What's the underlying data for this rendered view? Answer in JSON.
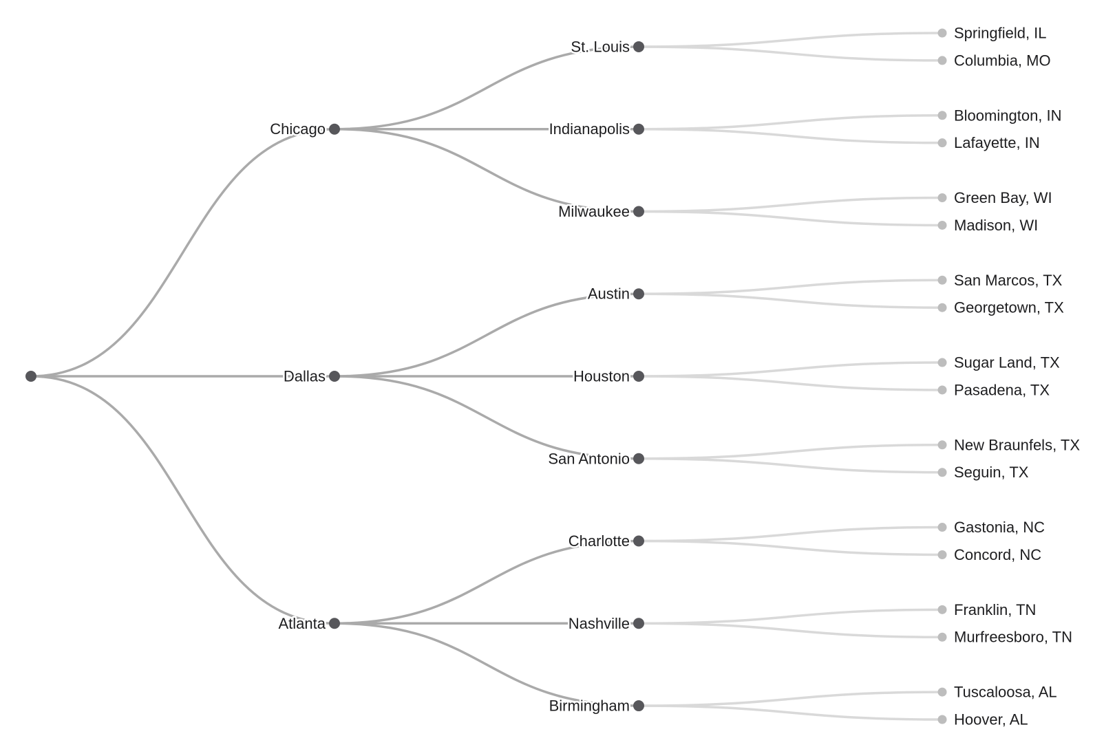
{
  "diagram": {
    "type": "tree",
    "orientation": "horizontal",
    "description": "Hierarchical city tree: root branches to hub cities, each hub to regional cities, each regional city to two suburb/nearby cities",
    "colors": {
      "background": "#ffffff",
      "inner_link": "#aaaaaa",
      "leaf_link": "#d9d9d9",
      "inner_node_fill": "#57575b",
      "leaf_node_fill": "#bdbdbd",
      "label_text": "#1d1d1f",
      "label_halo": "#ffffff"
    },
    "tree": {
      "name": "",
      "children": [
        {
          "name": "Chicago",
          "children": [
            {
              "name": "St. Louis",
              "children": [
                {
                  "name": "Springfield, IL"
                },
                {
                  "name": "Columbia, MO"
                }
              ]
            },
            {
              "name": "Indianapolis",
              "children": [
                {
                  "name": "Bloomington, IN"
                },
                {
                  "name": "Lafayette, IN"
                }
              ]
            },
            {
              "name": "Milwaukee",
              "children": [
                {
                  "name": "Green Bay, WI"
                },
                {
                  "name": "Madison, WI"
                }
              ]
            }
          ]
        },
        {
          "name": "Dallas",
          "children": [
            {
              "name": "Austin",
              "children": [
                {
                  "name": "San Marcos, TX"
                },
                {
                  "name": "Georgetown, TX"
                }
              ]
            },
            {
              "name": "Houston",
              "children": [
                {
                  "name": "Sugar Land, TX"
                },
                {
                  "name": "Pasadena, TX"
                }
              ]
            },
            {
              "name": "San Antonio",
              "children": [
                {
                  "name": "New Braunfels, TX"
                },
                {
                  "name": "Seguin, TX"
                }
              ]
            }
          ]
        },
        {
          "name": "Atlanta",
          "children": [
            {
              "name": "Charlotte",
              "children": [
                {
                  "name": "Gastonia, NC"
                },
                {
                  "name": "Concord, NC"
                }
              ]
            },
            {
              "name": "Nashville",
              "children": [
                {
                  "name": "Franklin, TN"
                },
                {
                  "name": "Murfreesboro, TN"
                }
              ]
            },
            {
              "name": "Birmingham",
              "children": [
                {
                  "name": "Tuscaloosa, AL"
                },
                {
                  "name": "Hoover, AL"
                }
              ]
            }
          ]
        }
      ]
    }
  }
}
